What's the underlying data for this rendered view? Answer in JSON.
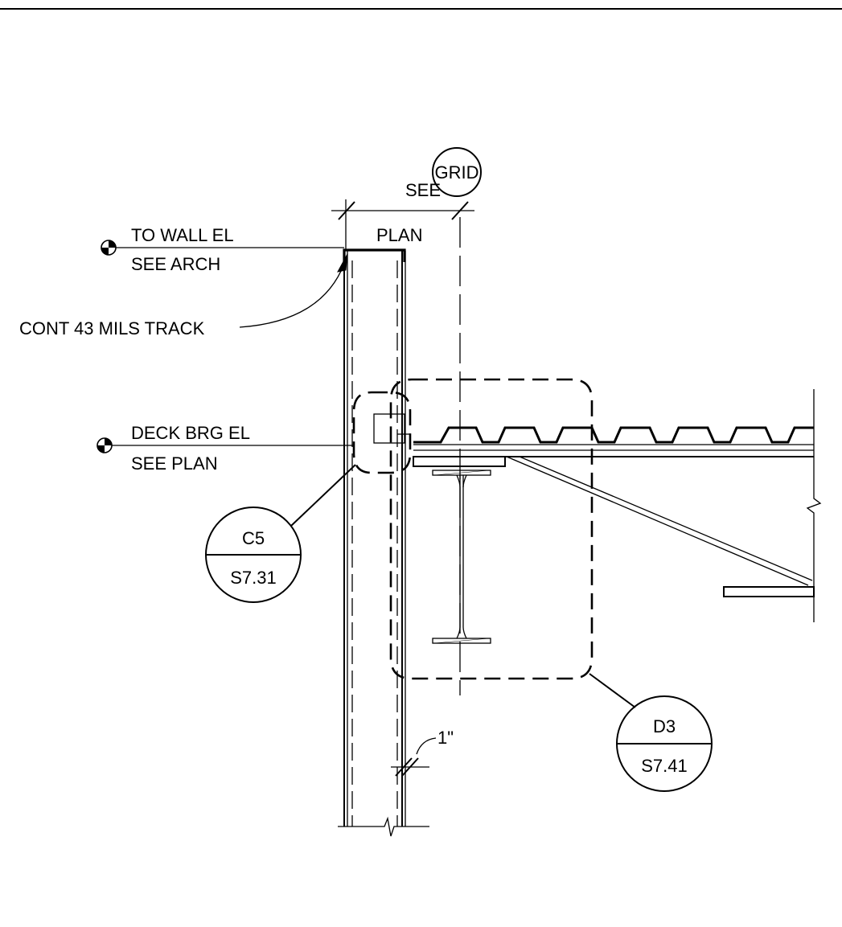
{
  "notes": {
    "see": "SEE",
    "plan": "PLAN",
    "wall_el_line1": "TO WALL EL",
    "wall_el_line2": "SEE ARCH",
    "track": "CONT 43 MILS TRACK",
    "deck_el_line1": "DECK BRG EL",
    "deck_el_line2": "SEE PLAN",
    "dimension": "1\""
  },
  "grid_bubble": {
    "label": "GRID"
  },
  "detail_callouts": [
    {
      "detail": "C5",
      "sheet": "S7.31"
    },
    {
      "detail": "D3",
      "sheet": "S7.41"
    }
  ]
}
